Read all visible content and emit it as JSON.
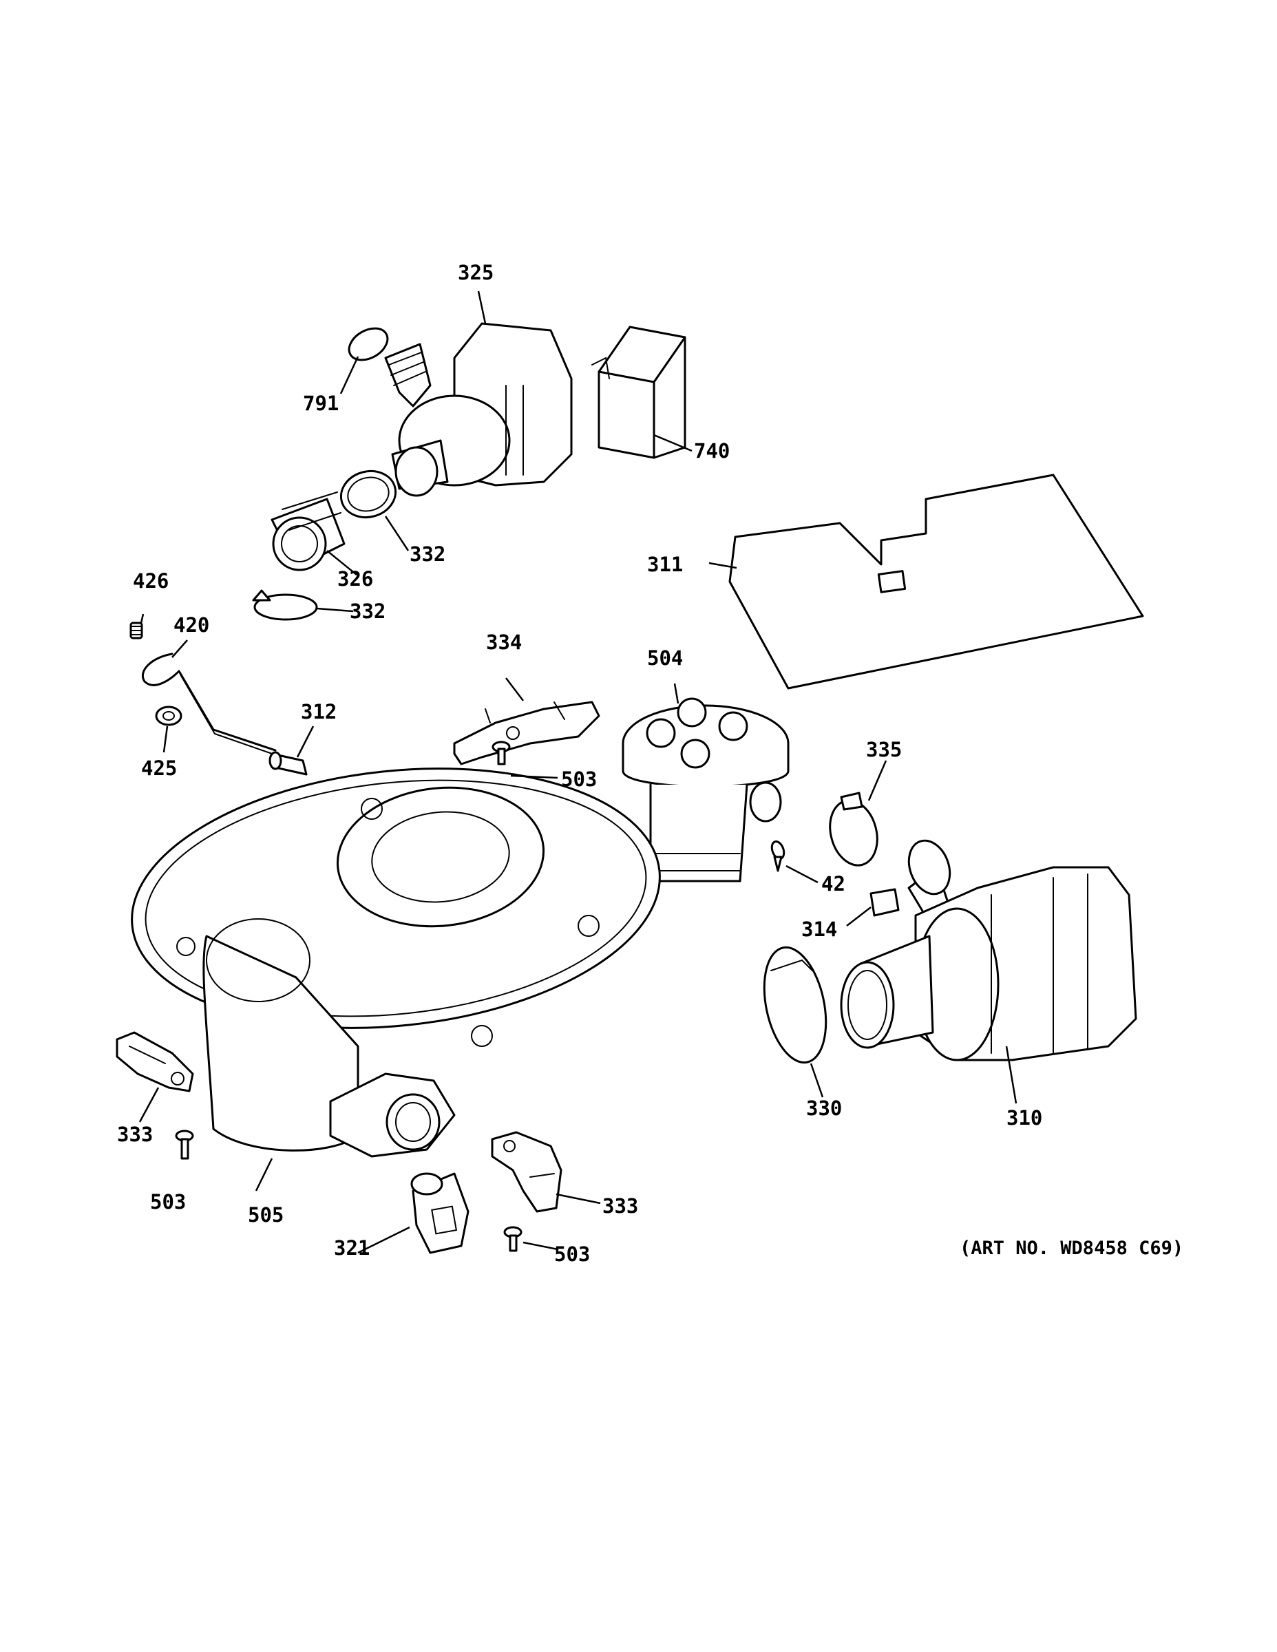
{
  "art_number": "(ART NO. WD8458 C69)",
  "callouts": {
    "c325": "325",
    "c791": "791",
    "c740": "740",
    "c332a": "332",
    "c326": "326",
    "c332b": "332",
    "c311": "311",
    "c426": "426",
    "c420": "420",
    "c425": "425",
    "c312": "312",
    "c334": "334",
    "c504": "504",
    "c503a": "503",
    "c335": "335",
    "c42": "42",
    "c314": "314",
    "c310": "310",
    "c330": "330",
    "c333a": "333",
    "c503b": "503",
    "c505": "505",
    "c321": "321",
    "c333b": "333",
    "c503c": "503"
  }
}
